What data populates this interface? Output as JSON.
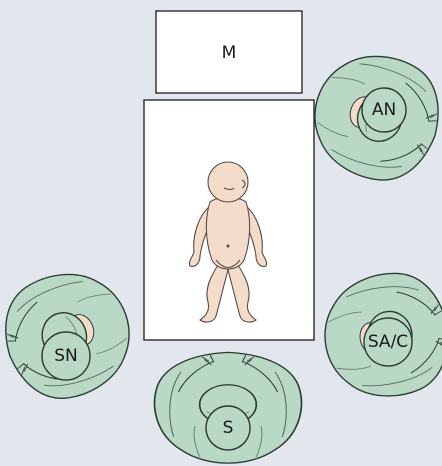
{
  "diagram": {
    "monitor_label": "M",
    "people": [
      {
        "id": "an",
        "label": "AN"
      },
      {
        "id": "sac",
        "label": "SA/C"
      },
      {
        "id": "s",
        "label": "S"
      },
      {
        "id": "sn",
        "label": "SN"
      }
    ]
  },
  "colors": {
    "background": "#e1e7ec",
    "gown": "#b9d8c5",
    "gown_outline": "#2b3b33",
    "skin": "#f4dccb",
    "table": "#ffffff"
  },
  "icons": [
    "infant-figure",
    "person-topdown-icon"
  ]
}
